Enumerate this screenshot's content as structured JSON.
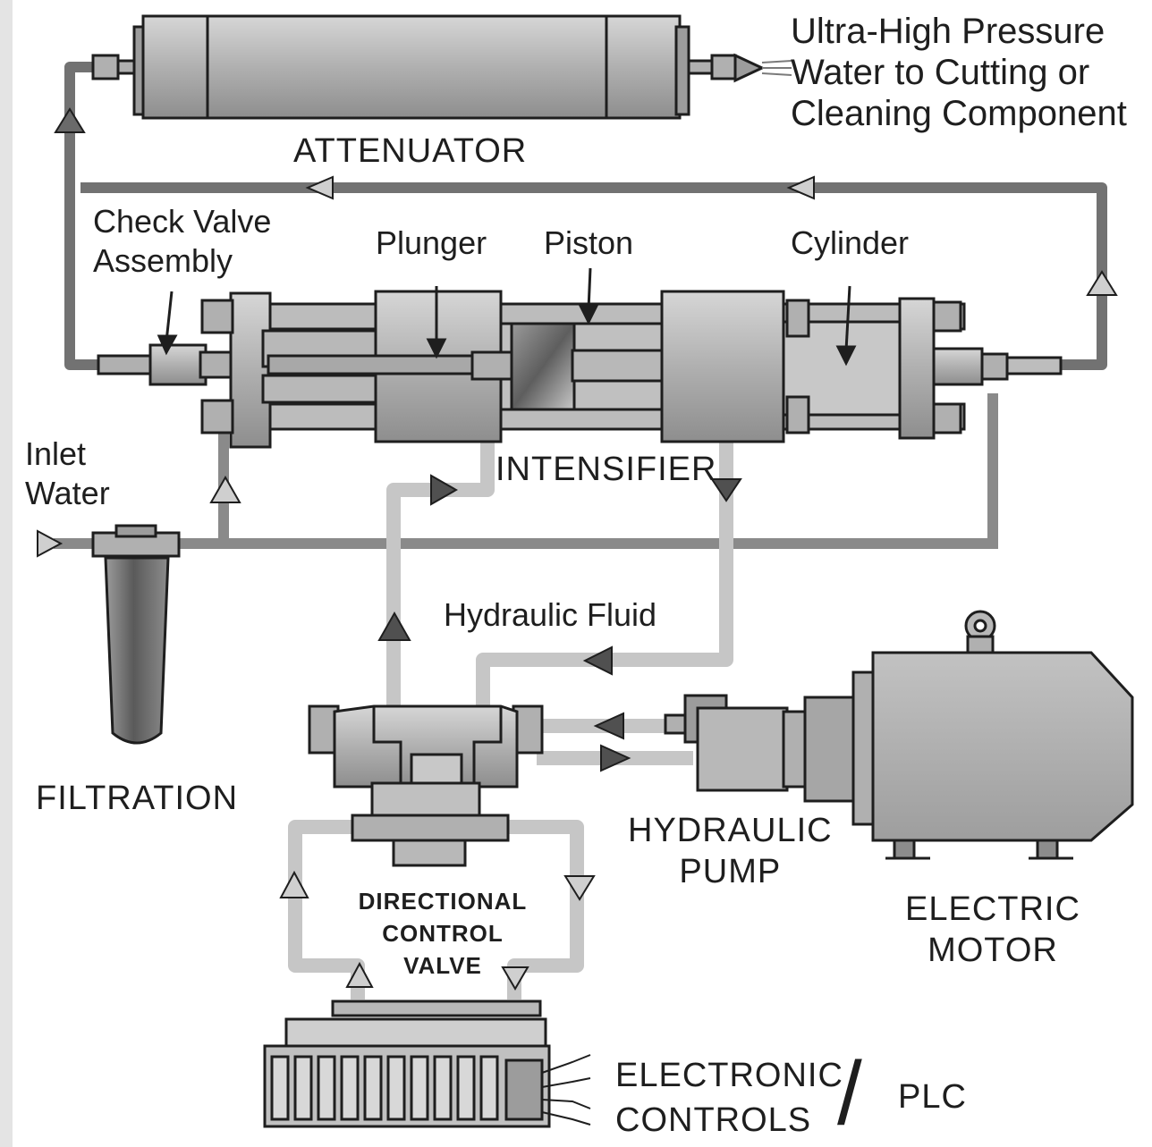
{
  "labels": {
    "output": [
      "Ultra-High Pressure",
      "Water to Cutting or",
      "Cleaning Component"
    ],
    "attenuator": "ATTENUATOR",
    "check_valve": [
      "Check Valve",
      "Assembly"
    ],
    "plunger": "Plunger",
    "piston": "Piston",
    "cylinder": "Cylinder",
    "intensifier": "INTENSIFIER",
    "inlet_water": [
      "Inlet",
      "Water"
    ],
    "hydraulic_fluid": "Hydraulic Fluid",
    "filtration": "FILTRATION",
    "hydraulic_pump": [
      "HYDRAULIC",
      "PUMP"
    ],
    "electric_motor": [
      "ELECTRIC",
      "MOTOR"
    ],
    "directional_control_valve": [
      "DIRECTIONAL",
      "CONTROL",
      "VALVE"
    ],
    "electronic_controls": [
      "ELECTRONIC",
      "CONTROLS"
    ],
    "plc": "PLC",
    "slash": "/"
  },
  "colors": {
    "water_line": "#707070",
    "hydraulic_line": "#c4c4c4",
    "component_fill": "#b4b4b4",
    "component_dark": "#8a8a8a",
    "outline": "#1e1e1e",
    "background": "#ffffff"
  }
}
